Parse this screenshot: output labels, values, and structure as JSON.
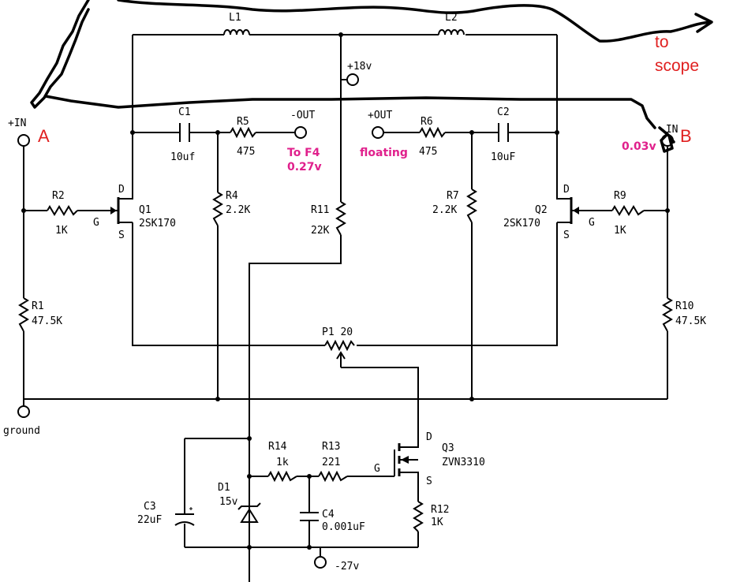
{
  "colors": {
    "wire": "#000000",
    "annotation_magenta": "#e0208c",
    "annotation_red": "#e02020"
  },
  "labels": {
    "L1": "L1",
    "L2": "L2",
    "plus18": "+18v",
    "C1": "C1",
    "C1_val": "10uf",
    "R5": "R5",
    "R5_val": "475",
    "minus_out": "-OUT",
    "plus_out": "+OUT",
    "R6": "R6",
    "R6_val": "475",
    "C2": "C2",
    "C2_val": "10uF",
    "in_plus": "+IN",
    "in_minus": "-IN",
    "R2": "R2",
    "R2_val": "1K",
    "Q1": "Q1",
    "Q1_part": "2SK170",
    "D": "D",
    "G": "G",
    "S": "S",
    "R4": "R4",
    "R4_val": "2.2K",
    "R11": "R11",
    "R11_val": "22K",
    "R7": "R7",
    "R7_val": "2.2K",
    "Q2": "Q2",
    "Q2_part": "2SK170",
    "R9": "R9",
    "R9_val": "1K",
    "R1": "R1",
    "R1_val": "47.5K",
    "R10": "R10",
    "R10_val": "47.5K",
    "P1": "P1  20",
    "ground": "ground",
    "R14": "R14",
    "R14_val": "1k",
    "R13": "R13",
    "R13_val": "221",
    "Q3": "Q3",
    "Q3_part": "ZVN3310",
    "D1": "D1",
    "D1_val": "15v",
    "C3": "C3",
    "C3_val": "22uF",
    "C4": "C4",
    "C4_val": "0.001uF",
    "R12": "R12",
    "R12_val": "1K",
    "minus27": "-27v"
  },
  "annotations": {
    "to_f4": "To F4",
    "to_f4_value": "0.27v",
    "floating": "floating",
    "b_value": "0.03v",
    "letter_a": "A",
    "letter_b": "B",
    "to_scope_1": "to",
    "to_scope_2": "scope"
  }
}
